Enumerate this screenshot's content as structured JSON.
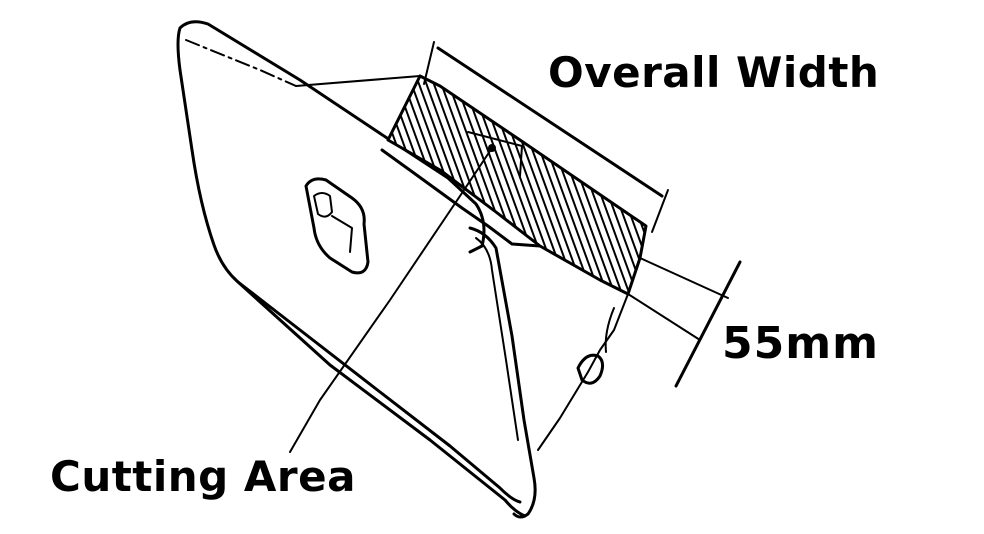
{
  "labels": {
    "overall_width": "Overall Width",
    "height_dimension": "55mm",
    "cutting_area": "Cutting Area"
  },
  "colors": {
    "ink": "#000000",
    "background": "#ffffff"
  }
}
